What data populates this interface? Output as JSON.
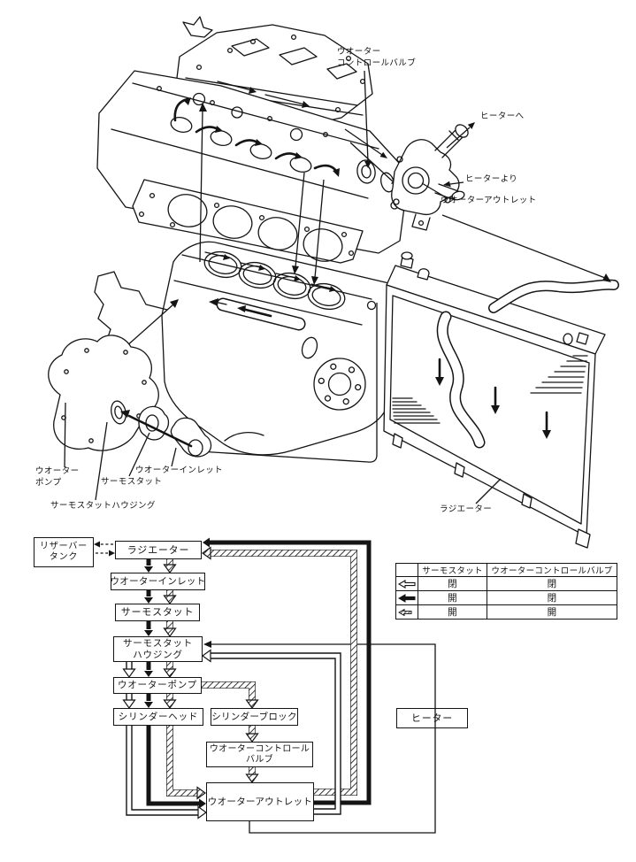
{
  "diagram": {
    "title_note": "engine cooling system exploded view and coolant flow chart",
    "colors": {
      "line": "#141414",
      "background": "#ffffff"
    },
    "engine_labels": {
      "water_control_valve": [
        "ウオーター",
        "コントロールバルブ"
      ],
      "to_heater": "ヒーターへ",
      "from_heater": "ヒーターより",
      "water_outlet": "ウオーターアウトレット",
      "water_pump": [
        "ウオーター",
        "ポンプ"
      ],
      "water_inlet": "ウオーターインレット",
      "thermostat": "サーモスタット",
      "thermostat_housing": "サーモスタットハウジング",
      "radiator": "ラジエーター"
    },
    "flow_boxes": {
      "reservoir_tank": [
        "リザーバー",
        "タンク"
      ],
      "radiator": "ラジエーター",
      "water_inlet": "ウオーターインレット",
      "thermostat": "サーモスタット",
      "thermostat_housing": [
        "サーモスタット",
        "ハウジング"
      ],
      "water_pump": "ウオーターポンプ",
      "cylinder_head": "シリンダーヘッド",
      "cylinder_block": "シリンダーブロック",
      "water_control_valve": [
        "ウオーターコントロール",
        "バルブ"
      ],
      "water_outlet": "ウオーターアウトレット",
      "heater": "ヒーター"
    },
    "legend": {
      "headers": [
        "",
        "サーモスタット",
        "ウオーターコントロールバルブ"
      ],
      "rows": [
        {
          "arrow_icon": "white-arrow-icon",
          "thermostat": "閉",
          "water_control_valve": "閉"
        },
        {
          "arrow_icon": "black-arrow-icon",
          "thermostat": "開",
          "water_control_valve": "閉"
        },
        {
          "arrow_icon": "hatched-arrow-icon",
          "thermostat": "開",
          "water_control_valve": "開"
        }
      ]
    }
  }
}
